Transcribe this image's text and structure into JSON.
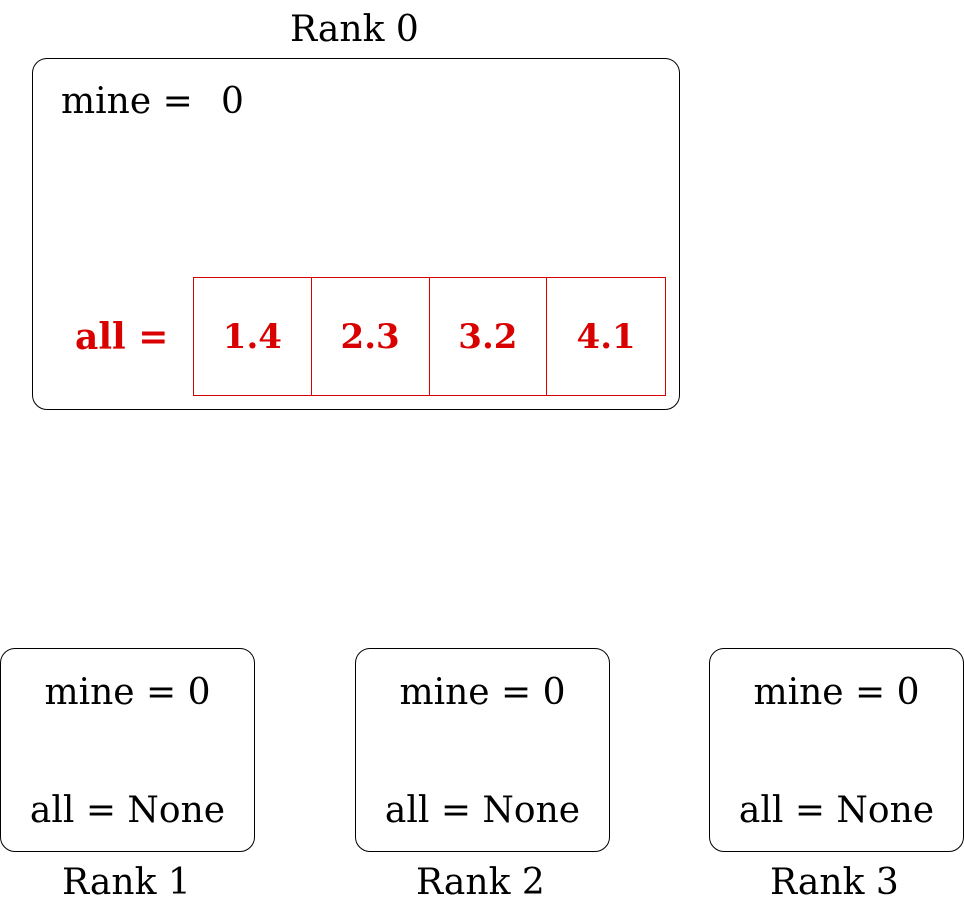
{
  "rank0": {
    "title": "Rank 0",
    "mine_label": "mine =",
    "mine_value": "0",
    "all_label": "all =",
    "all_values": [
      "1.4",
      "2.3",
      "3.2",
      "4.1"
    ]
  },
  "ranks": [
    {
      "title": "Rank 1",
      "mine_text": "mine = 0",
      "all_text": "all = None"
    },
    {
      "title": "Rank 2",
      "mine_text": "mine = 0",
      "all_text": "all = None"
    },
    {
      "title": "Rank 3",
      "mine_text": "mine = 0",
      "all_text": "all = None"
    }
  ],
  "colors": {
    "highlight": "#d90000",
    "border": "#000000"
  }
}
